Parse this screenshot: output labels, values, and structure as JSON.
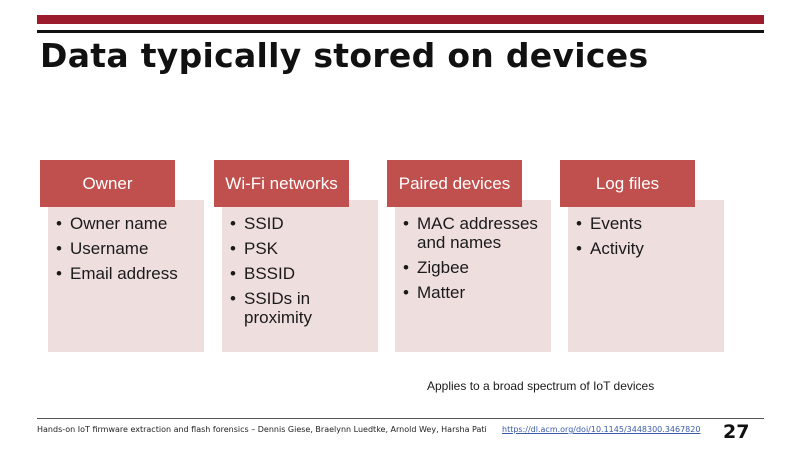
{
  "slide": {
    "title": "Data typically stored on devices",
    "colors": {
      "accent_bar": "#9b1c2c",
      "header_fill": "#c0504d",
      "body_fill": "#efdede"
    },
    "columns": [
      {
        "header": "Owner",
        "items": [
          "Owner name",
          "Username",
          "Email address"
        ]
      },
      {
        "header": "Wi-Fi networks",
        "items": [
          "SSID",
          "PSK",
          "BSSID",
          "SSIDs in proximity"
        ]
      },
      {
        "header": "Paired devices",
        "items": [
          "MAC addresses and names",
          "Zigbee",
          "Matter"
        ]
      },
      {
        "header": "Log files",
        "items": [
          "Events",
          "Activity"
        ]
      }
    ],
    "note": "Applies to a broad spectrum of IoT devices"
  },
  "footer": {
    "text": "Hands-on IoT firmware extraction and flash forensics – Dennis Giese, Braelynn Luedtke, Arnold Wey, Harsha Pati",
    "link": "https://dl.acm.org/doi/10.1145/3448300.3467820",
    "page_number": "27"
  }
}
